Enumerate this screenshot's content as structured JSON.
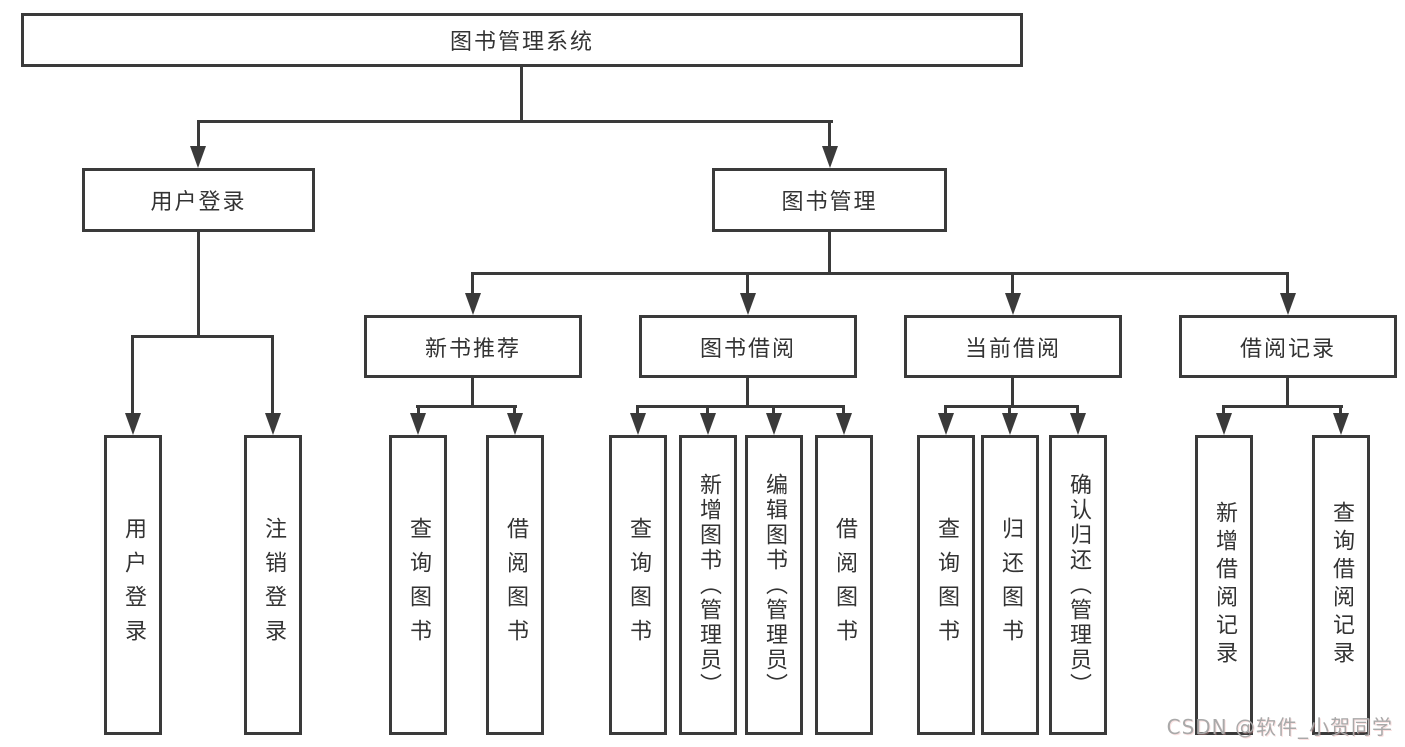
{
  "nodes": {
    "root": "图书管理系统",
    "userLogin": "用户登录",
    "bookManagement": "图书管理",
    "newBookRec": "新书推荐",
    "bookBorrow": "图书借阅",
    "currentBorrow": "当前借阅",
    "borrowRecord": "借阅记录",
    "userLoginChildren": [
      "用户登录",
      "注销登录"
    ],
    "newBookRecChildren": [
      "查询图书",
      "借阅图书"
    ],
    "bookBorrowChildren": [
      "查询图书",
      "新增图书（管理员）",
      "编辑图书（管理员）",
      "借阅图书"
    ],
    "currentBorrowChildren": [
      "查询图书",
      "归还图书",
      "确认归还（管理员）"
    ],
    "borrowRecordChildren": [
      "新增借阅记录",
      "查询借阅记录"
    ]
  },
  "watermark": "CSDN @软件_小贺同学",
  "colors": {
    "line": "#3a3a3a",
    "text": "#333333",
    "watermark": "#a9a9a9",
    "background": "#ffffff"
  }
}
